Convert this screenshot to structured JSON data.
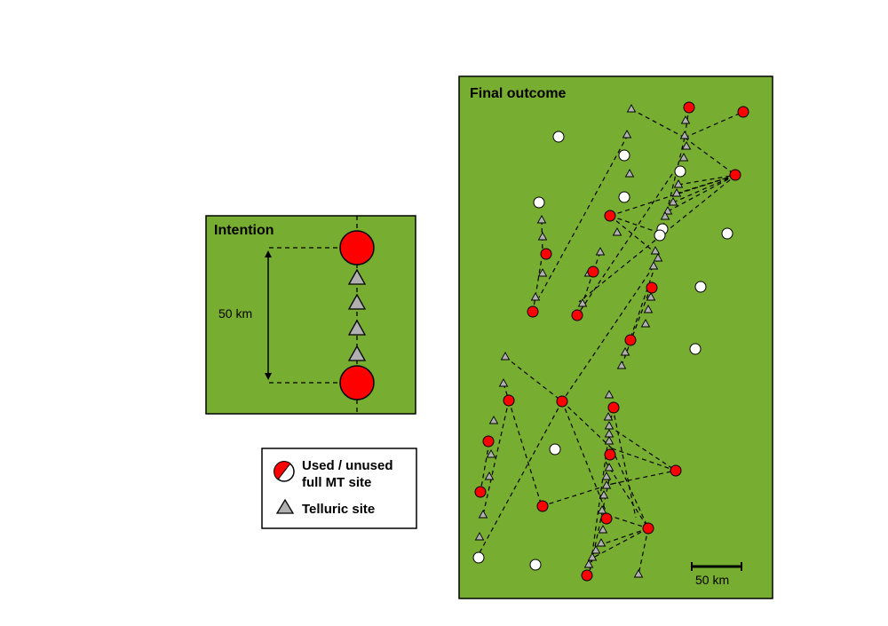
{
  "colors": {
    "panel_green": "#77ad30",
    "used_site": "#ff0000",
    "unused_site": "#ffffff",
    "telluric_site": "#b0b0b0",
    "outline": "#000000"
  },
  "intention": {
    "title": "Intention",
    "distance_label": "50 km"
  },
  "legend": {
    "full_mt_label_line1": "Used / unused",
    "full_mt_label_line2": "full MT site",
    "telluric_label": "Telluric site"
  },
  "final_outcome": {
    "title": "Final outcome",
    "scale_label": "50 km"
  }
}
